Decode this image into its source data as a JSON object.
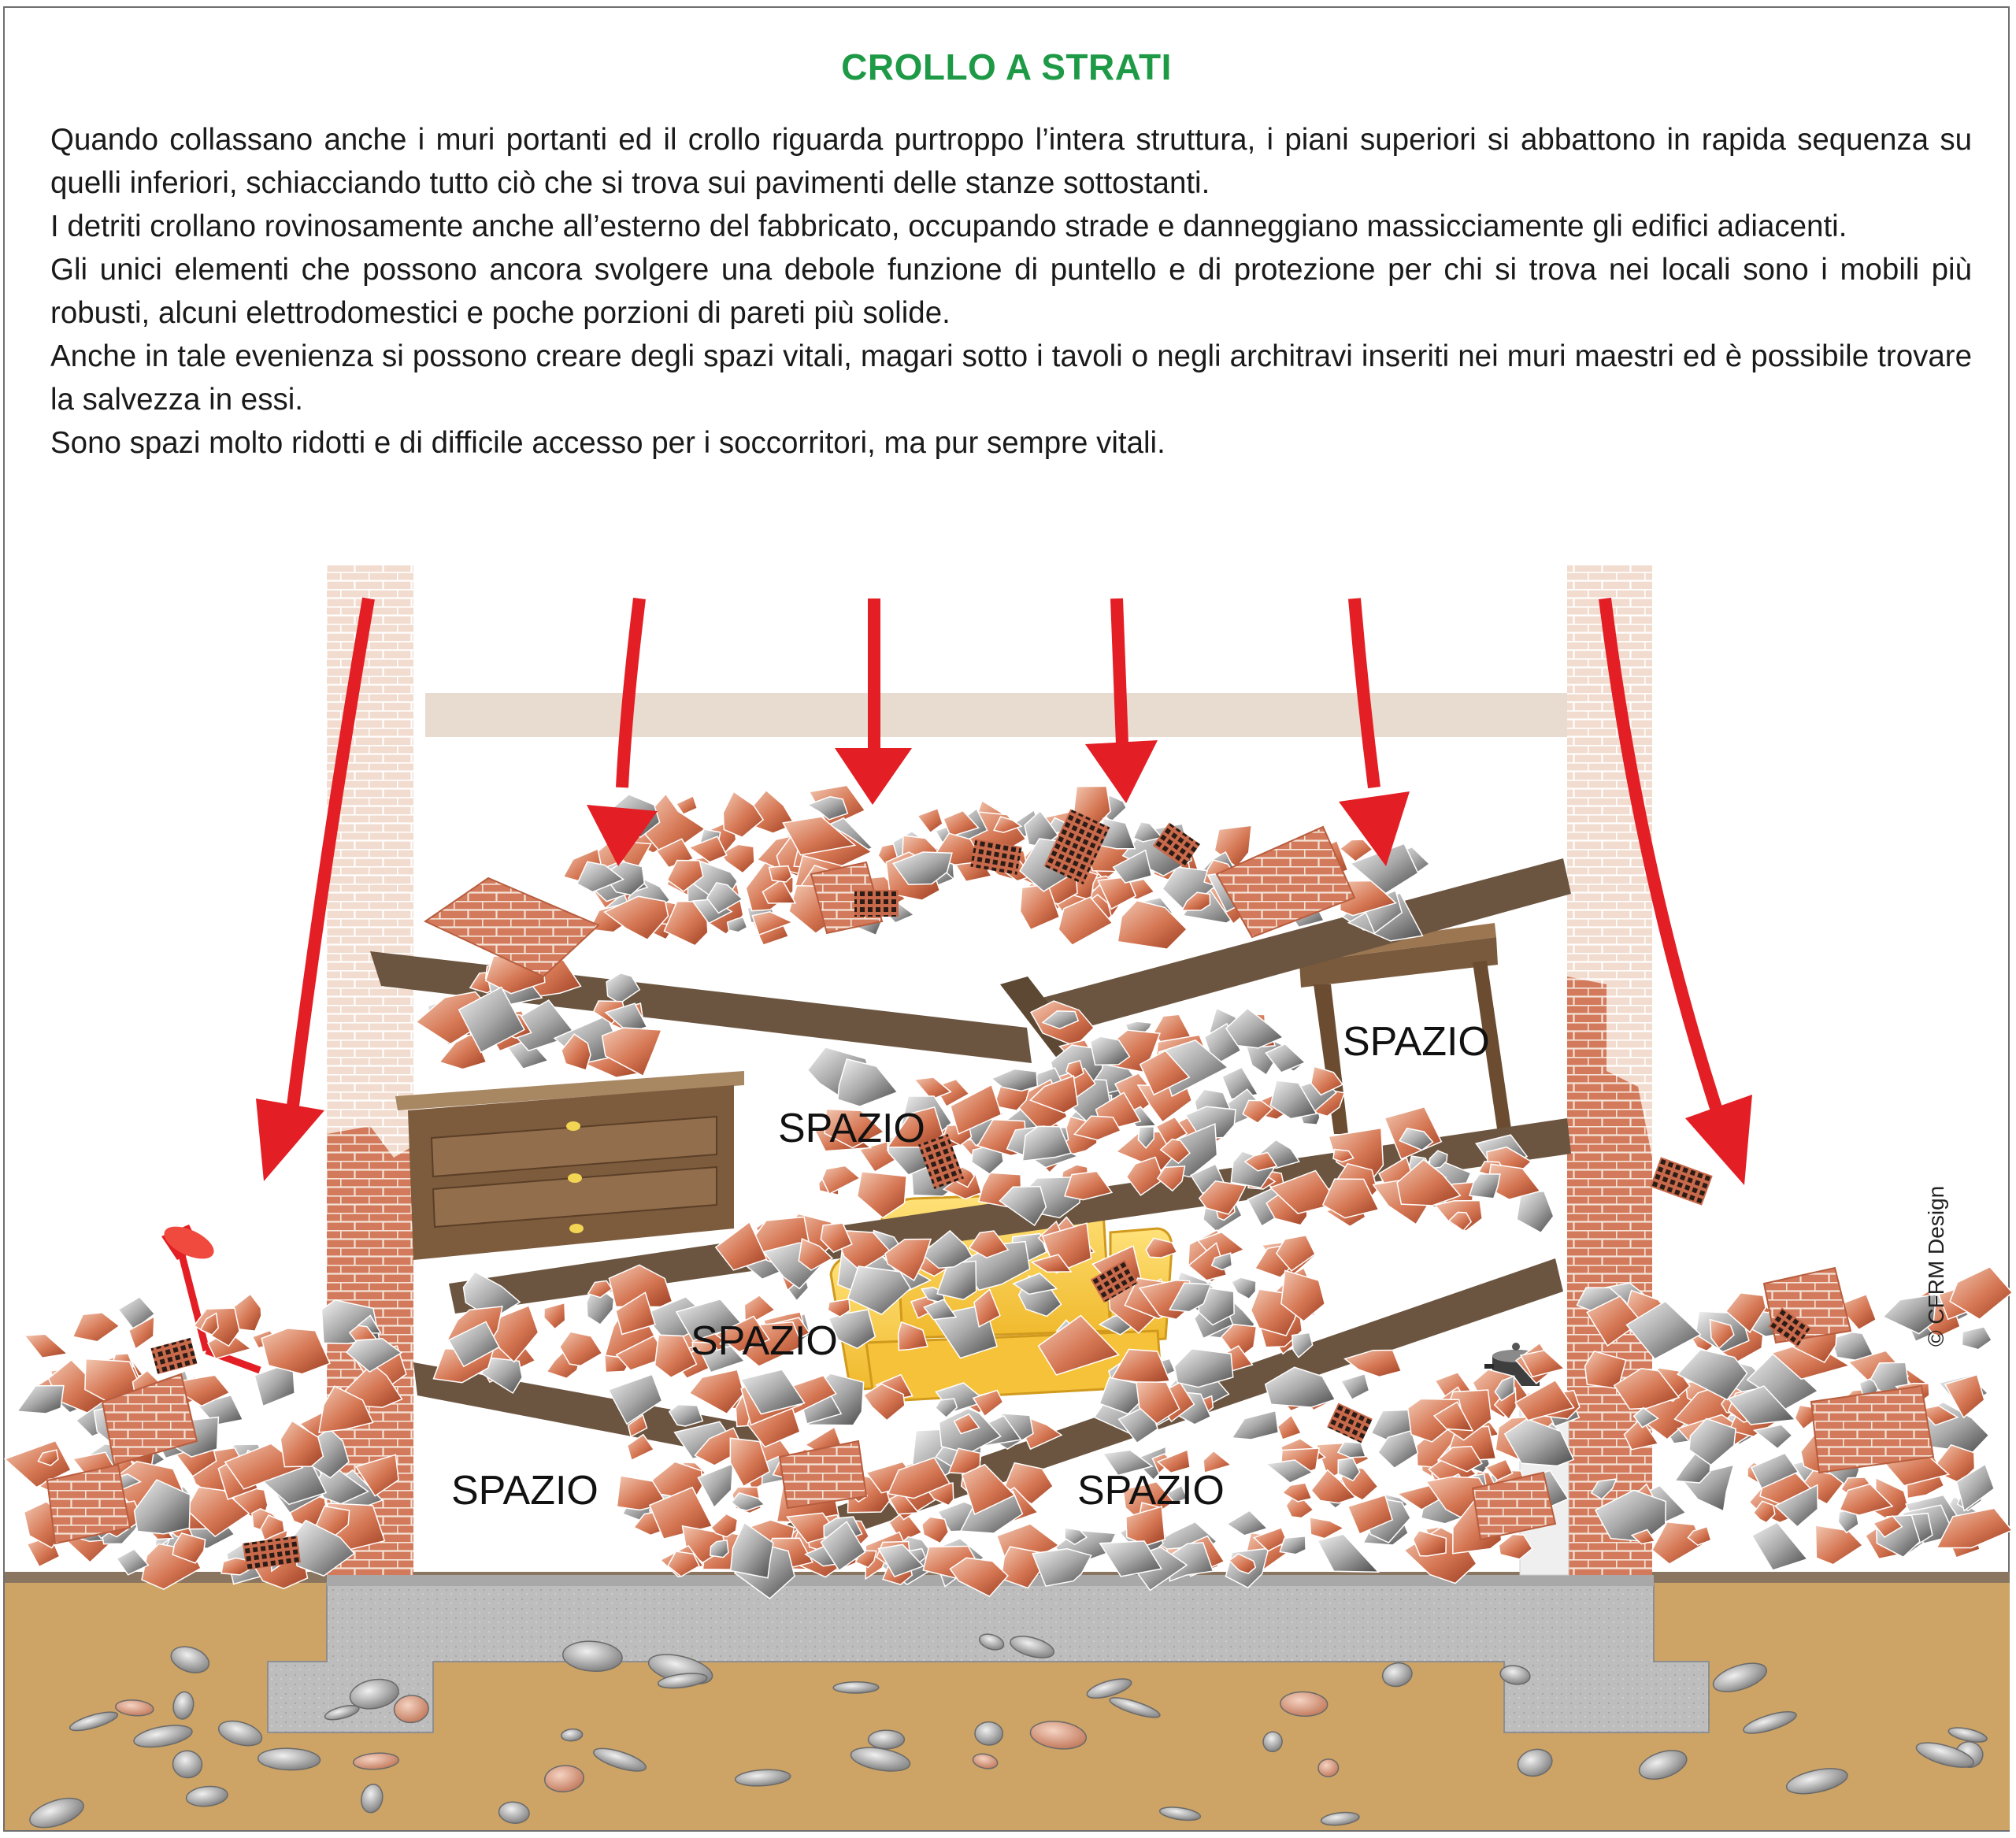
{
  "title": "CROLLO A STRATI",
  "paragraphs": [
    "Quando collassano anche i muri portanti ed il crollo riguarda purtroppo l’intera struttura, i piani superiori si abbattono in rapida sequenza su quelli inferiori, schiacciando tutto ciò che si trova sui pavimenti delle stanze sottostanti.",
    "I detriti crollano rovinosamente anche all’esterno del fabbricato, occupando strade e danneggiano massicciamente gli edifici adiacenti.",
    "Gli unici elementi che possono ancora svolgere una debole funzione di puntello e di protezione per chi si trova nei locali sono i mobili più robusti, alcuni elettrodomestici e poche porzioni di pareti più solide.",
    "Anche in tale evenienza si possono creare degli spazi vitali, magari sotto i tavoli o negli architravi inseriti nei muri maestri ed è possibile trovare la salvezza in essi.",
    "Sono spazi molto ridotti e di difficile accesso per i soccorritori, ma pur sempre vitali."
  ],
  "labels": {
    "spazio_table": "SPAZIO",
    "spazio_drawer": "SPAZIO",
    "spazio_sofa": "SPAZIO",
    "spazio_left": "SPAZIO",
    "spazio_right": "SPAZIO"
  },
  "credit": "© CFRM Design",
  "colors": {
    "title": "#1e9a47",
    "arrow": "#e31e24",
    "beam": "#6b5540",
    "brick": "#d4795a",
    "soil": "#cda466",
    "concrete": "#bdbdbd"
  }
}
